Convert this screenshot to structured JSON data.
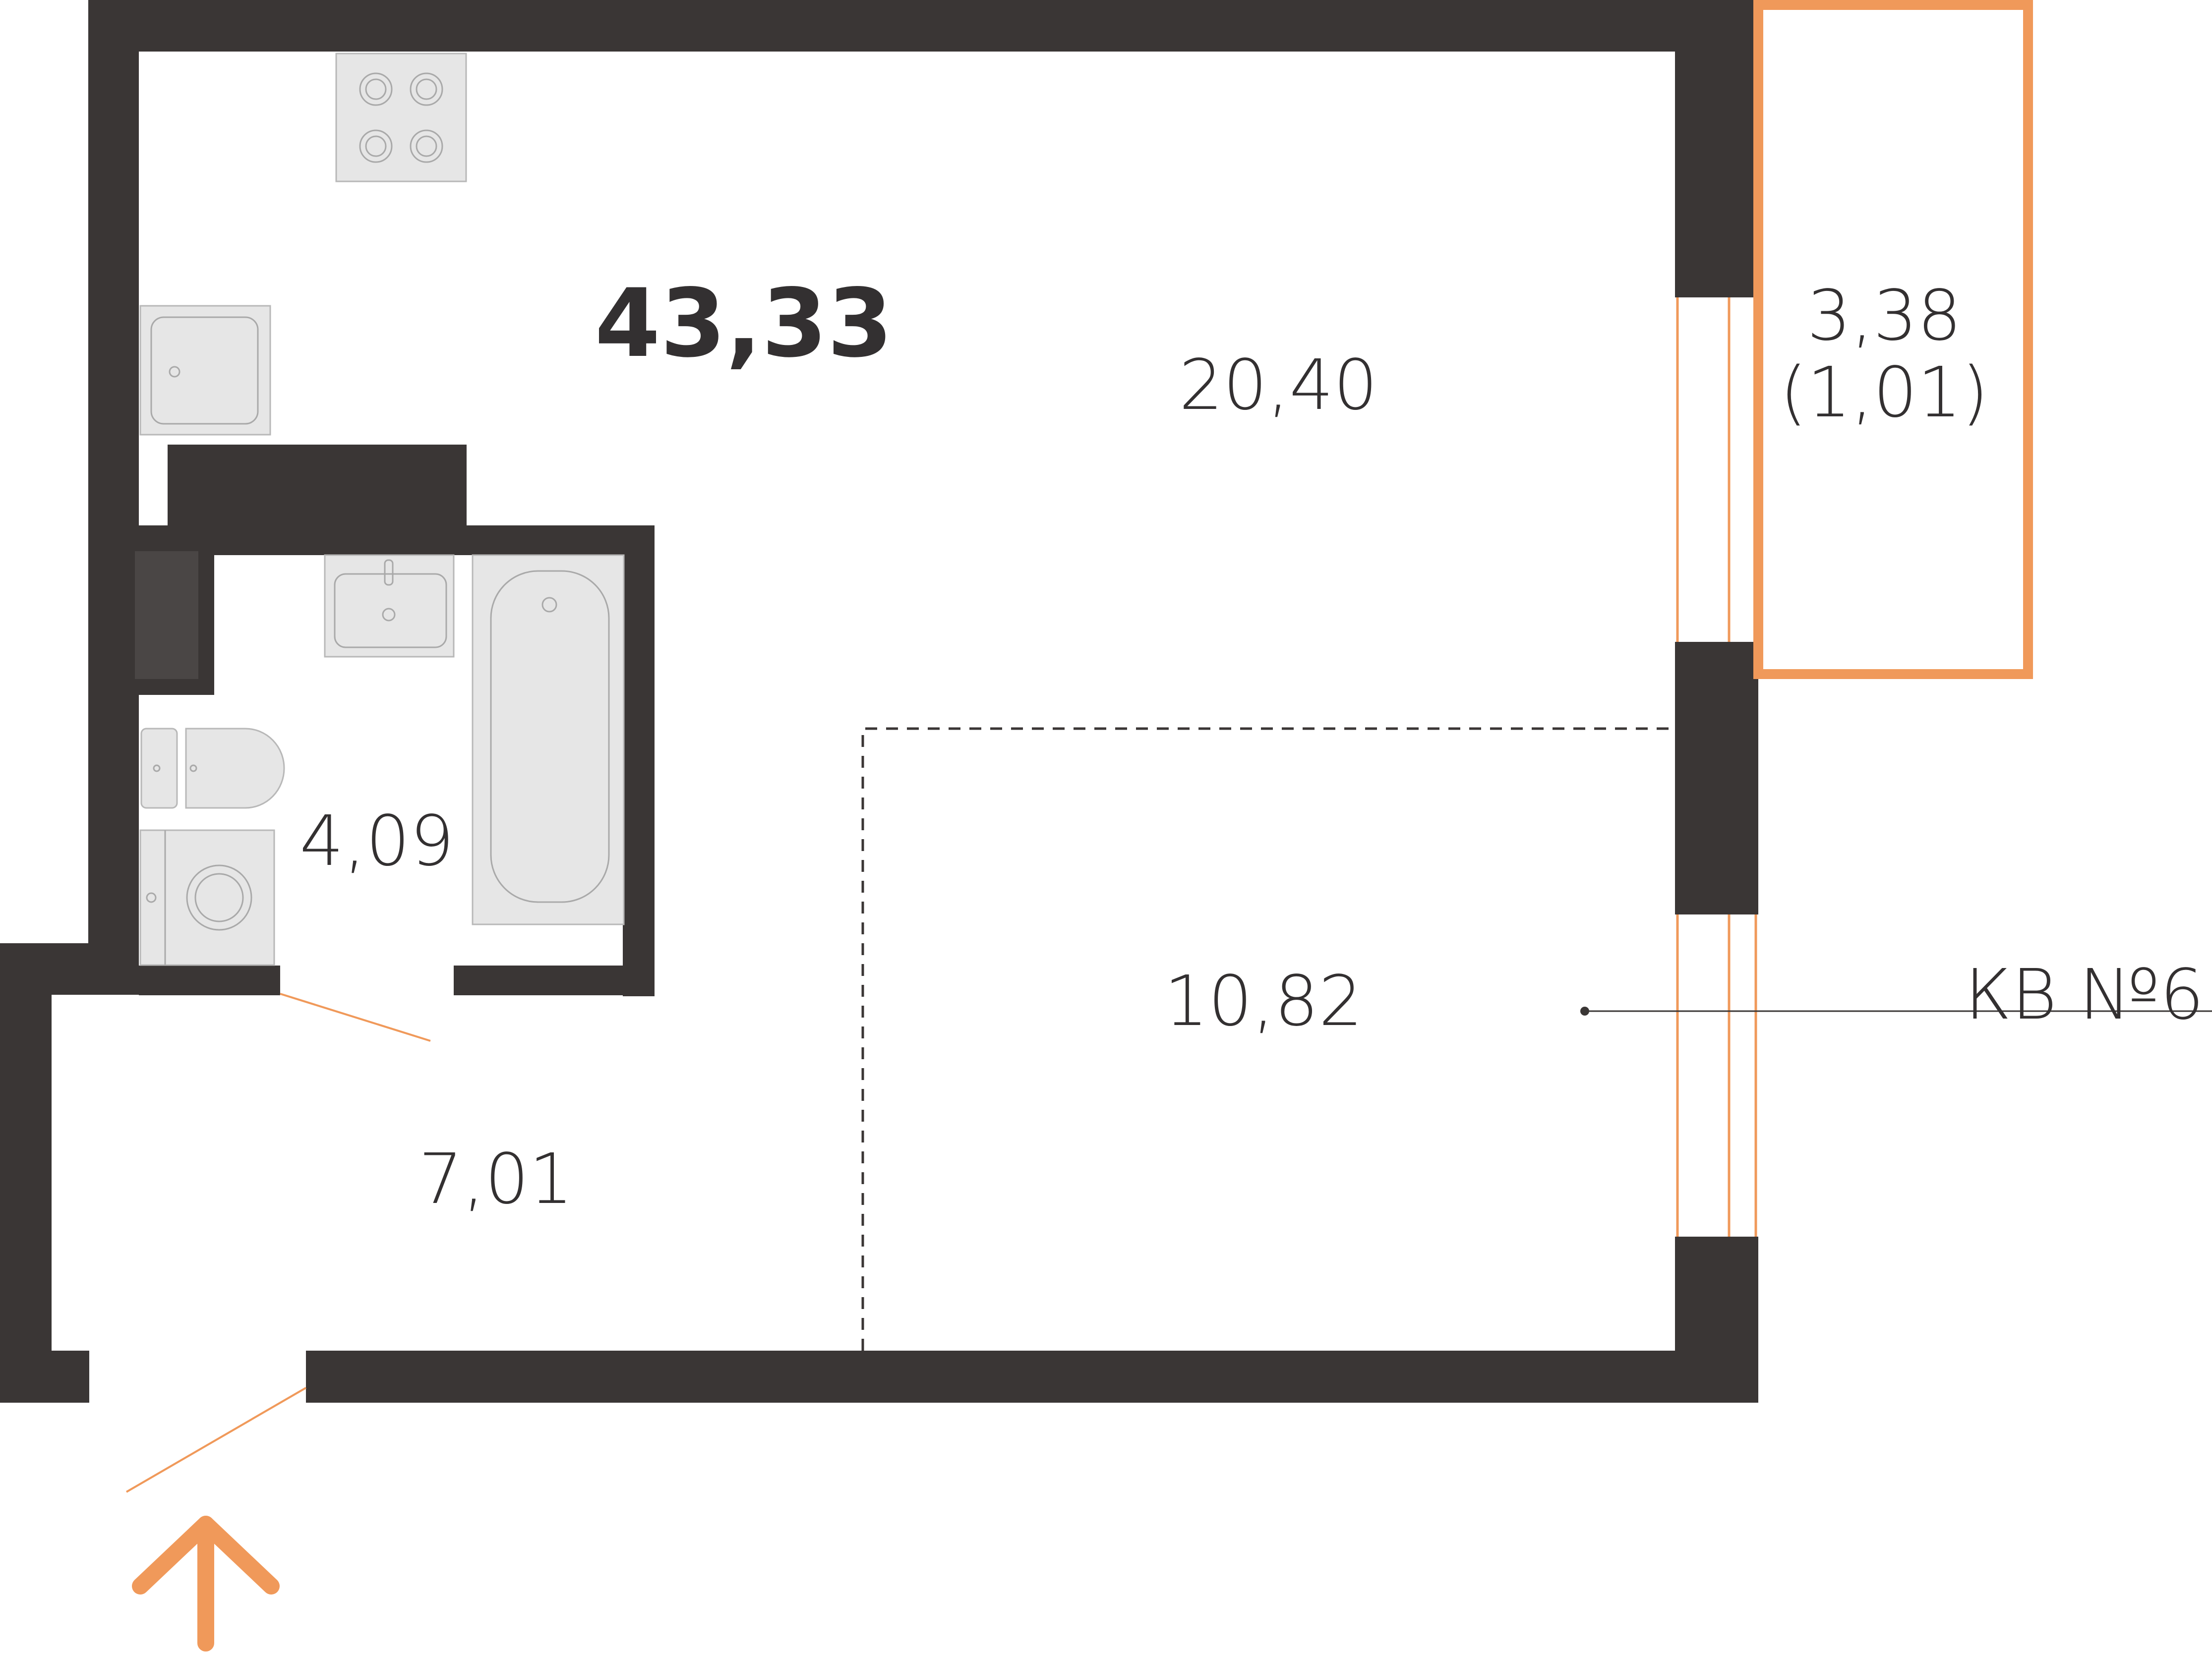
{
  "plan": {
    "total_area": "43,33",
    "apartment_label": "КВ №6",
    "rooms": {
      "living": "20,40",
      "zone": "10,82",
      "bathroom": "4,09",
      "hallway": "7,01"
    },
    "balcony": {
      "area": "3,38",
      "reduced_area": "(1,01)"
    },
    "colors": {
      "wall": "#3a3635",
      "accent": "#f0995a",
      "fixture": "#e6e6e6",
      "text": "#333031"
    },
    "icons": [
      "stove-icon",
      "sink-icon",
      "bathtub-icon",
      "toilet-icon",
      "washing-machine-icon",
      "entrance-arrow-icon"
    ]
  }
}
